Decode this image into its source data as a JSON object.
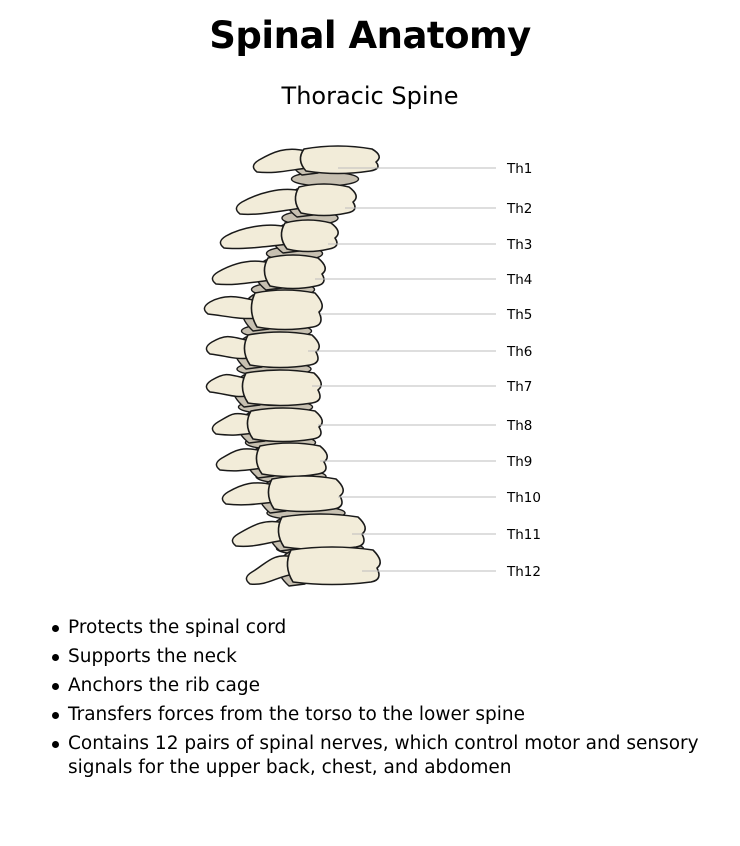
{
  "title": "Spinal Anatomy",
  "subtitle": "Thoracic Spine",
  "colors": {
    "bone": "#f2ecd9",
    "disc": "#c7c0b1",
    "outline": "#1a1a1a",
    "leader": "#bdbdbd"
  },
  "labels": [
    "Th1",
    "Th2",
    "Th3",
    "Th4",
    "Th5",
    "Th6",
    "Th7",
    "Th8",
    "Th9",
    "Th10",
    "Th11",
    "Th12"
  ],
  "bullets": [
    "Protects the spinal cord",
    "Supports the neck",
    "Anchors the rib cage",
    "Transfers forces from the torso to the lower spine",
    "Contains 12 pairs of spinal nerves, which control motor and sensory signals for the upper back, chest, and abdomen"
  ]
}
